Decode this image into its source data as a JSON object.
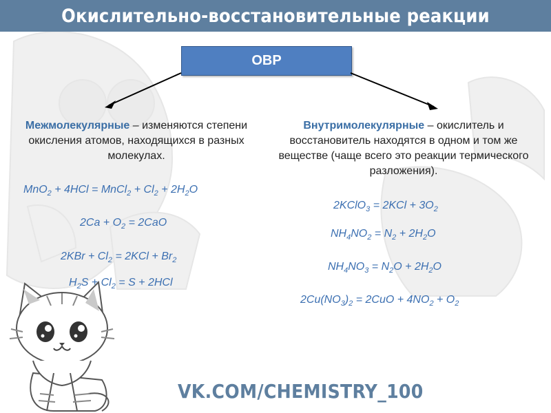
{
  "header": {
    "title": "Окислительно-восстановительные реакции"
  },
  "root": {
    "label": "ОВР"
  },
  "left": {
    "term": "Межмолекулярные",
    "rest": " – изменяются степени окисления атомов, находящихся в разных молекулах.",
    "equations": [
      "MnO<sub>2</sub> + 4HCl = MnCl<sub>2</sub> + Cl<sub>2</sub> + 2H<sub>2</sub>O",
      "2Ca + O<sub>2</sub> = 2CaO",
      "2KBr + Cl<sub>2</sub> = 2KCl + Br<sub>2</sub>",
      "H<sub>2</sub>S + Cl<sub>2</sub> = S + 2HCl"
    ]
  },
  "right": {
    "term": "Внутримолекулярные",
    "rest": " – окислитель и восстановитель находятся в одном и том же веществе (чаще всего это реакции термического разложения).",
    "equations": [
      "2KClO<sub>3</sub> = 2KCl + 3O<sub>2</sub>",
      "NH<sub>4</sub>NO<sub>2</sub> = N<sub>2</sub> + 2H<sub>2</sub>O",
      "NH<sub>4</sub>NO<sub>3</sub> = N<sub>2</sub>O + 2H<sub>2</sub>O",
      "2Cu(NO<sub>3</sub>)<sub>2</sub> = 2CuO + 4NO<sub>2</sub> + O<sub>2</sub>"
    ]
  },
  "footer": {
    "link": "VK.COM/CHEMISTRY_100"
  },
  "colors": {
    "header": "#5e7f9f",
    "box": "#4f7fc1",
    "term": "#3a6ea5",
    "equation": "#3b6fb1"
  },
  "icons": {
    "cat": "cat-illustration-icon",
    "background": "cat-scientist-watermark"
  }
}
